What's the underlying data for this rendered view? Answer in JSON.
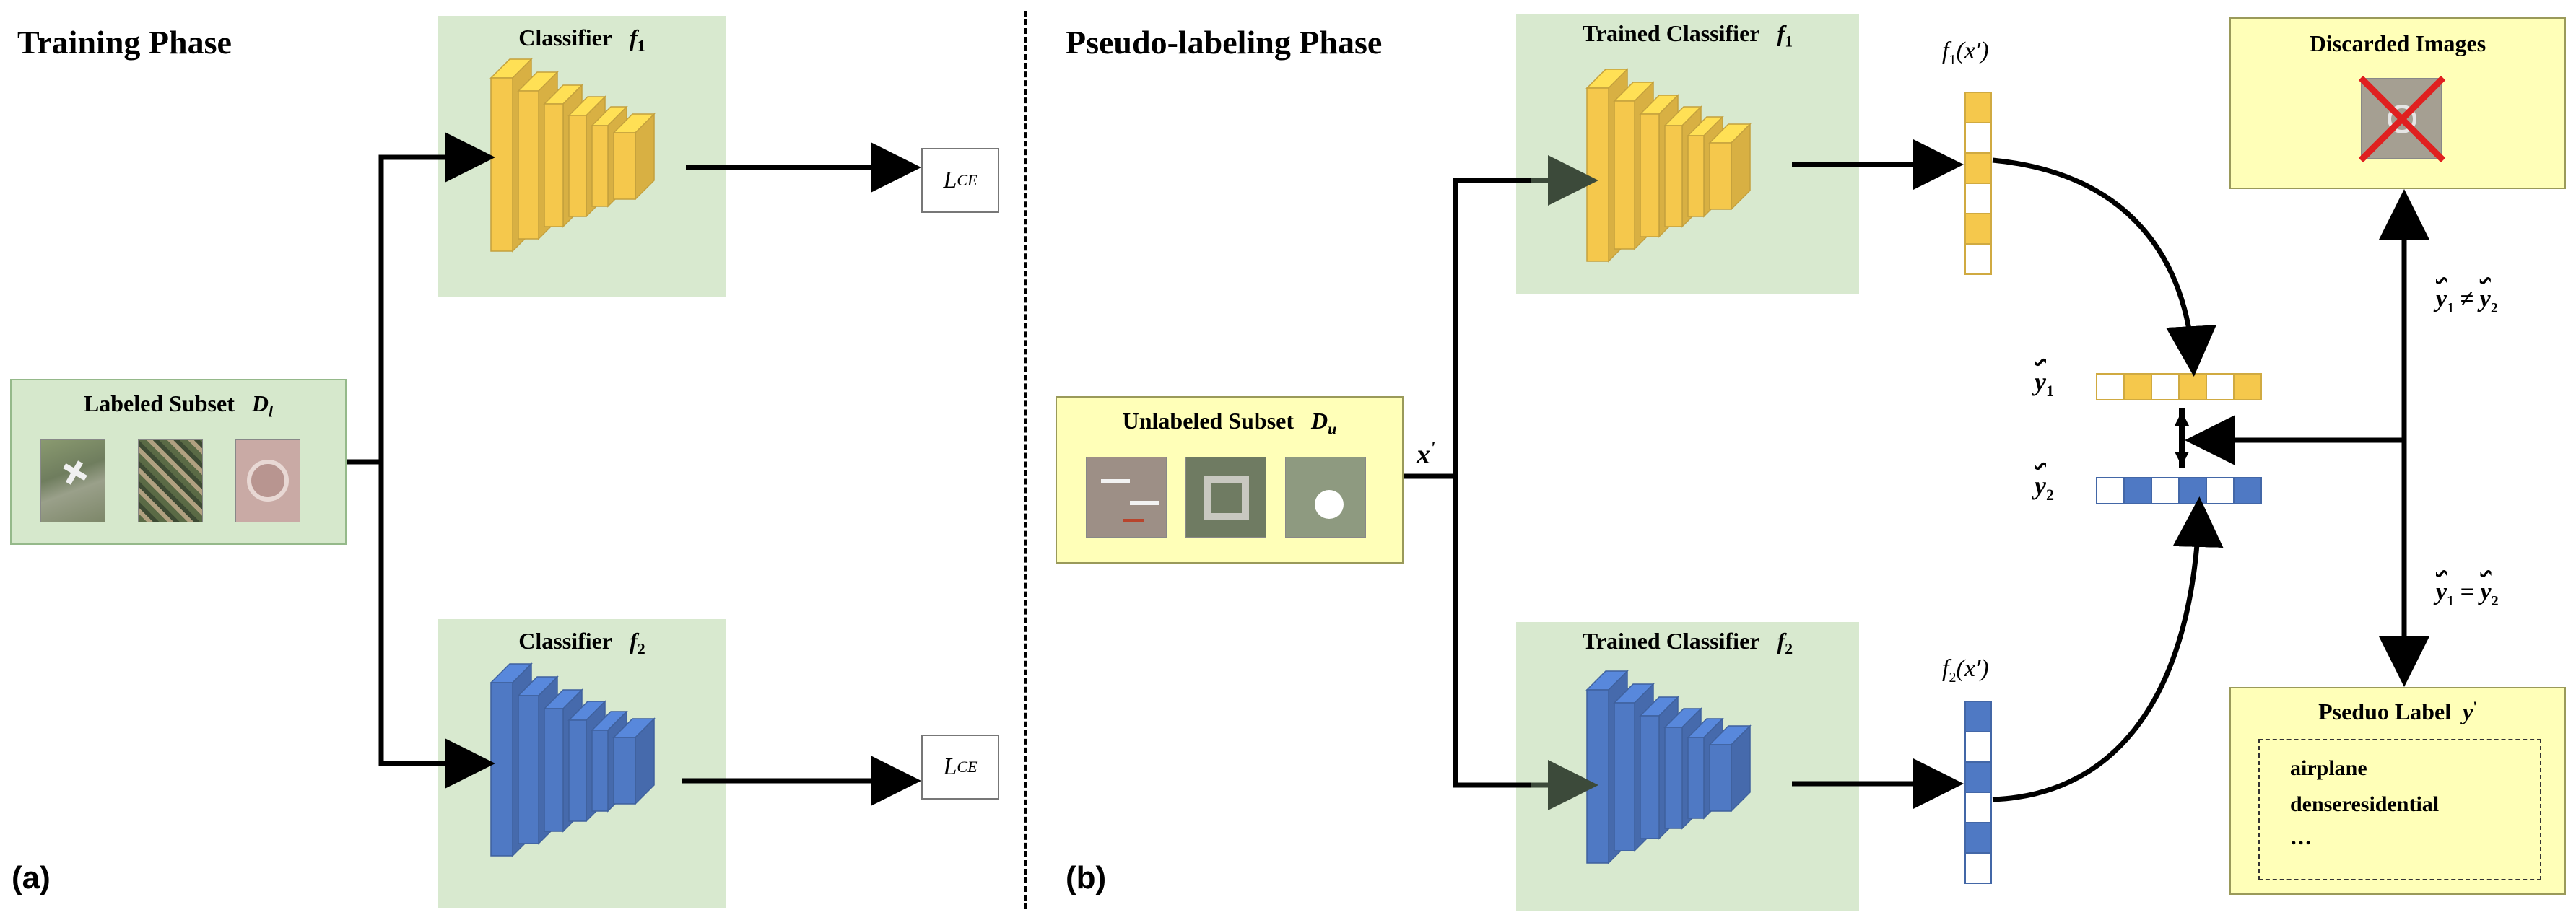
{
  "left": {
    "title": "Training Phase",
    "panel_label": "(a)",
    "labeled_subset": {
      "label": "Labeled Subset",
      "symbol": "D",
      "subscript": "l"
    },
    "classifier1": {
      "label": "Classifier",
      "symbol": "f",
      "subscript": "1"
    },
    "classifier2": {
      "label": "Classifier",
      "symbol": "f",
      "subscript": "2"
    },
    "loss1": {
      "symbol": "L",
      "subscript": "CE"
    },
    "loss2": {
      "symbol": "L",
      "subscript": "CE"
    }
  },
  "right": {
    "title": "Pseudo-labeling Phase",
    "panel_label": "(b)",
    "unlabeled_subset": {
      "label": "Unlabeled Subset",
      "symbol": "D",
      "subscript": "u"
    },
    "input_symbol": "x",
    "input_prime": "'",
    "trained1": {
      "label": "Trained Classifier",
      "symbol": "f",
      "subscript": "1"
    },
    "trained2": {
      "label": "Trained Classifier",
      "symbol": "f",
      "subscript": "2"
    },
    "out1": {
      "symbol": "f",
      "subscript": "1",
      "arg": "(x′)"
    },
    "out2": {
      "symbol": "f",
      "subscript": "2",
      "arg": "(x′)"
    },
    "y1": {
      "symbol": "y",
      "subscript": "1"
    },
    "y2": {
      "symbol": "y",
      "subscript": "2"
    },
    "discarded": {
      "title": "Discarded Images"
    },
    "neq_label": {
      "a": "y",
      "a_sub": "1",
      "op": "≠",
      "b": "y",
      "b_sub": "2"
    },
    "eq_label": {
      "a": "y",
      "a_sub": "1",
      "op": "=",
      "b": "y",
      "b_sub": "2"
    },
    "pseudo": {
      "title": "Pseduo Label",
      "symbol": "y",
      "prime": "'",
      "items": [
        "airplane",
        "denseresidential",
        "…"
      ]
    }
  },
  "colors": {
    "yellow": "#f5c84c",
    "blue": "#4f79c4",
    "green_box": "#d8e9cf",
    "yellow_box": "#ffffb8"
  }
}
